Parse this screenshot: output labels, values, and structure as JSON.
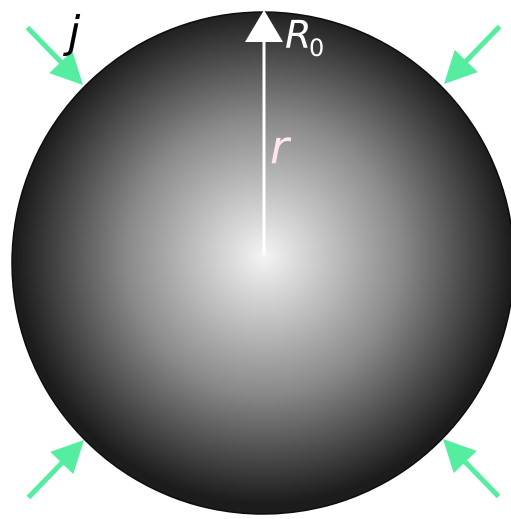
{
  "labels": {
    "flux": "j",
    "radius": "r",
    "outer_radius_base": "R",
    "outer_radius_subscript": "0"
  },
  "colors": {
    "arrow": "#55EDA0",
    "sphere_center": "#f4f4f4",
    "sphere_edge": "#1c1c1c",
    "sphere_outline": "#0d0d0d",
    "radius_line": "#ffffff",
    "radius_text": "#ffe6ee",
    "label_dark": "#000000",
    "label_light": "#ffffff"
  },
  "icons": {
    "inward_arrow": "arrow-right-icon",
    "radius_arrowhead": "arrow-up-icon"
  }
}
